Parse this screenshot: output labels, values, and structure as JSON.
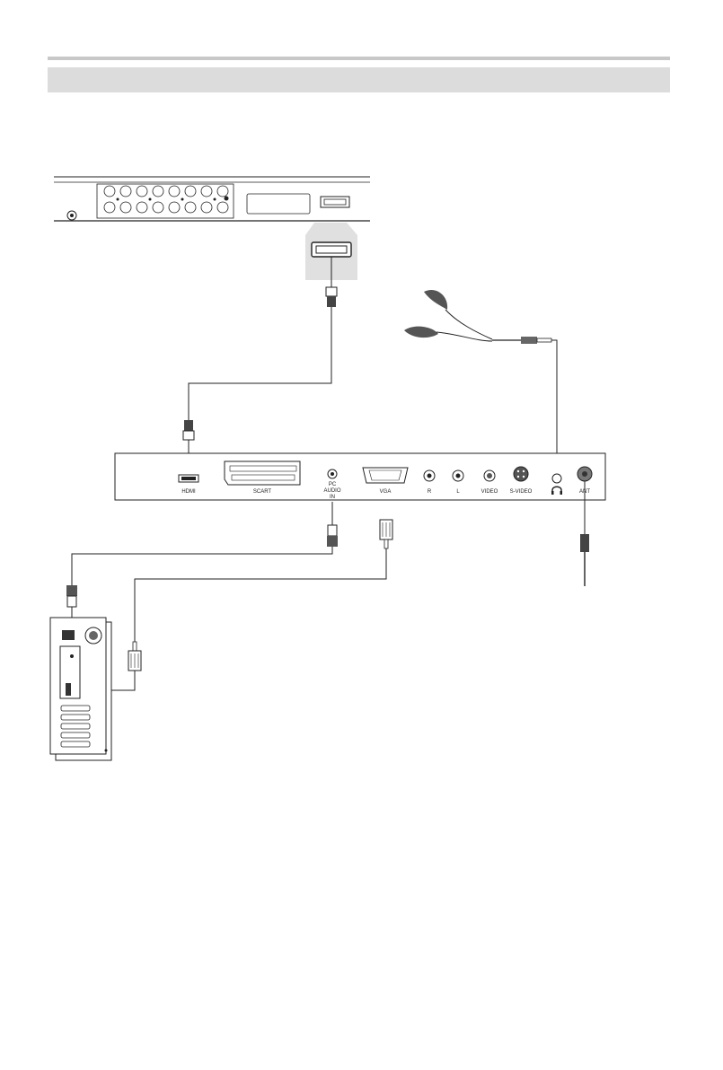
{
  "panel_labels": {
    "hdmi": "HDMI",
    "scart": "SCART",
    "pc_audio_1": "PC",
    "pc_audio_2": "AUDIO",
    "pc_audio_3": "IN",
    "vga": "VGA",
    "r": "R",
    "l": "L",
    "video": "VIDEO",
    "svideo": "S-VIDEO",
    "ant": "ANT"
  },
  "icons": {
    "headphone_jack": "headphone-icon"
  },
  "colors": {
    "header_bar": "#dcdcdc",
    "top_rule": "#c8c8c8",
    "hdmi_highlight": "#e0e0e0",
    "line": "#222222"
  }
}
